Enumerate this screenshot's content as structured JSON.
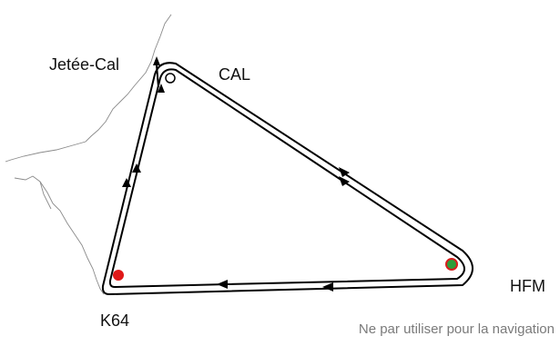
{
  "map": {
    "waypoints": [
      {
        "id": "jetee-cal",
        "label": "Jetée-Cal",
        "marker": "none"
      },
      {
        "id": "cal",
        "label": "CAL",
        "marker": "hollow-circle"
      },
      {
        "id": "hfm",
        "label": "HFM",
        "marker": "green-dot-red-ring",
        "marker_color": "#2e9e3a",
        "ring_color": "#d81e1e"
      },
      {
        "id": "k64",
        "label": "K64",
        "marker": "red-dot",
        "marker_color": "#e01818"
      }
    ],
    "route_color": "#000000",
    "coastline_color": "#8a8a8a",
    "disclaimer": "Ne par utiliser pour la navigation"
  }
}
